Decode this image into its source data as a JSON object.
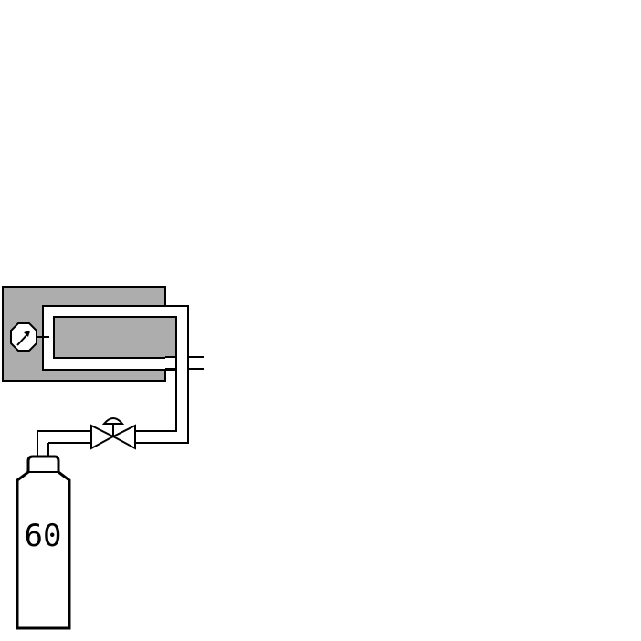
{
  "diagram": {
    "cylinder_label": "60",
    "colors": {
      "background": "#ffffff",
      "chamber_fill": "#adadad",
      "stroke": "#000000",
      "pipe_fill": "#ffffff"
    },
    "components": [
      "gauge-icon",
      "valve-icon",
      "gas-cylinder",
      "chamber",
      "pipeline"
    ]
  }
}
